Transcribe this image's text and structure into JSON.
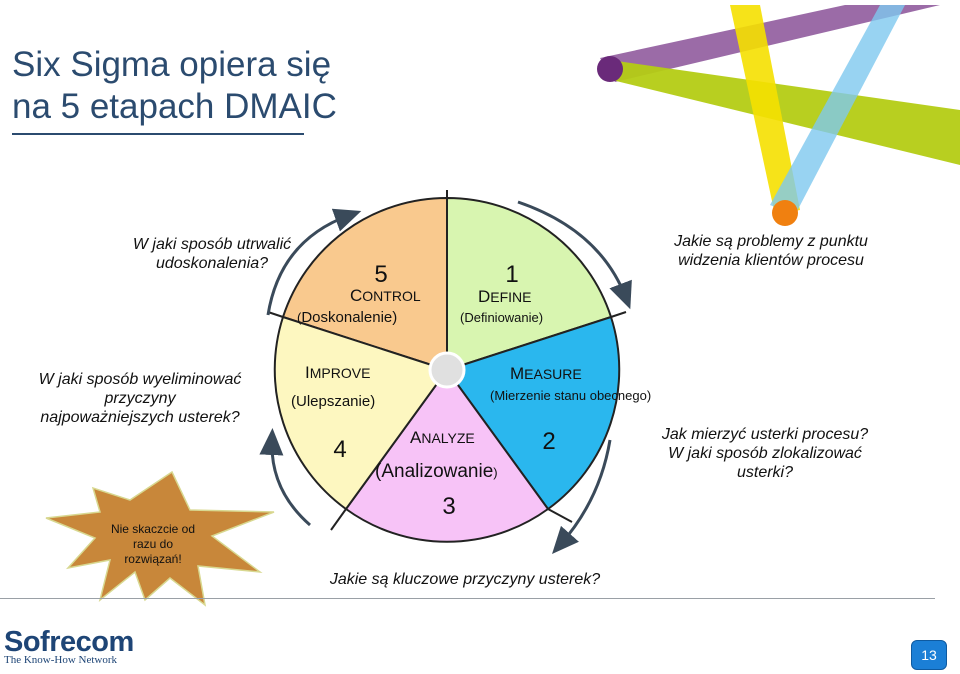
{
  "title": "Six Sigma opiera się\nna 5 etapach DMAIC",
  "questions": {
    "control": "W jaki sposób utrwalić\nudoskonalenia?",
    "define": "Jakie są problemy z punktu\nwidzenia klientów procesu",
    "improve": "W jaki sposób wyeliminować\nprzyczyny\nnajpoważniejszych usterek?",
    "measure": "Jak mierzyć usterki   procesu?\nW jaki sposób zlokalizować\nusterki?",
    "analyze": "Jakie są kluczowe przyczyny  usterek?"
  },
  "star_text": "Nie skaczcie od\nrazu do\nrozwiązań!",
  "segments": {
    "control": {
      "num": "5",
      "name_cap": "C",
      "name_rest": "ONTROL",
      "paren_open": "(",
      "sub": "Doskonalenie)"
    },
    "define": {
      "num": "1",
      "name_cap": "D",
      "name_rest": "EFINE",
      "sub": "(Definiowanie)"
    },
    "measure": {
      "num": "2",
      "name_cap": "M",
      "name_rest": "EASURE",
      "sub": "(Mierzenie stanu obecnego)"
    },
    "analyze": {
      "num": "3",
      "name_cap": "A",
      "name_rest": "NALYZE",
      "sub_main": "(Analizowanie",
      "sub_end": ")"
    },
    "improve": {
      "num": "4",
      "name_cap": "I",
      "name_rest": "MPROVE",
      "sub": "(Ulepszanie)"
    }
  },
  "colors": {
    "control": "#f9c98e",
    "define": "#d8f5b0",
    "measure": "#2ab7ee",
    "analyze": "#f7c3f7",
    "improve": "#fdf7c0",
    "star": "#c8873a",
    "title": "#2b4b6f",
    "brand": "#1e4576"
  },
  "footer": {
    "logo": "Sofrecom",
    "tagline": "The Know-How Network",
    "page": "13"
  }
}
